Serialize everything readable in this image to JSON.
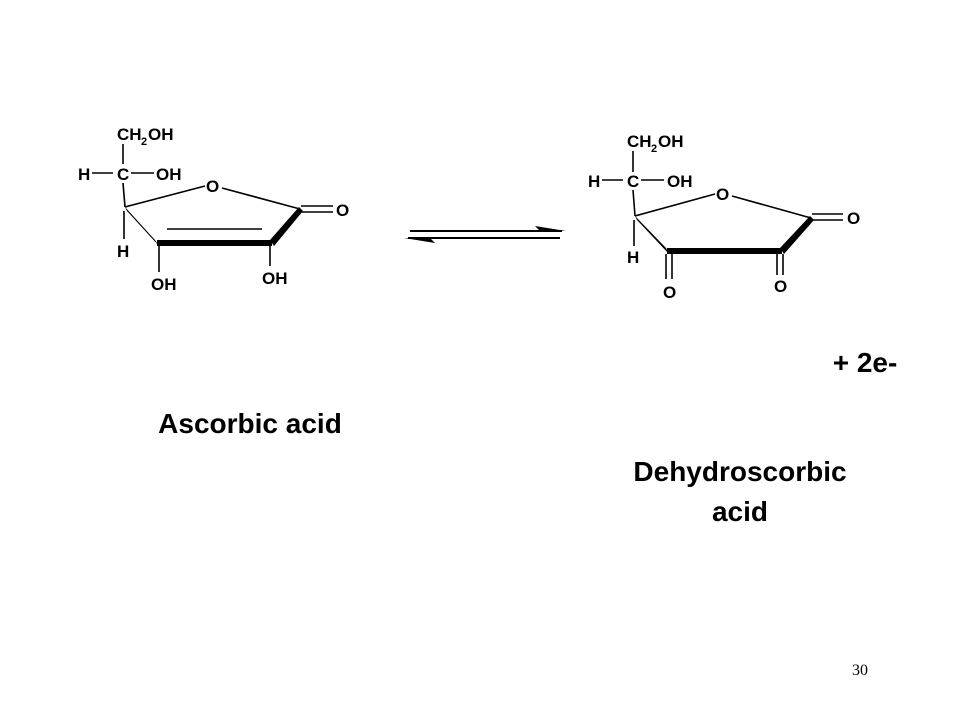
{
  "molecules": {
    "ascorbic": {
      "name": "Ascorbic acid",
      "atoms": {
        "ch2oh_c": "CH",
        "ch2oh_sub": "2",
        "ch2oh_oh": "OH",
        "h_left": "H",
        "c_center": "C",
        "oh_right": "OH",
        "ring_o": "O",
        "carbonyl_o": "O",
        "h_lower": "H",
        "oh_left": "OH",
        "oh_right_lower": "OH"
      }
    },
    "dehydro": {
      "name_line1": "Dehydroscorbic",
      "name_line2": "acid",
      "atoms": {
        "ch2oh_c": "CH",
        "ch2oh_sub": "2",
        "ch2oh_oh": "OH",
        "h_left": "H",
        "c_center": "C",
        "oh_right": "OH",
        "ring_o": "O",
        "carbonyl_o": "O",
        "h_lower": "H",
        "keto_o_left": "O",
        "keto_o_right": "O"
      }
    }
  },
  "electrons_label": "+ 2e-",
  "page_number": "30"
}
